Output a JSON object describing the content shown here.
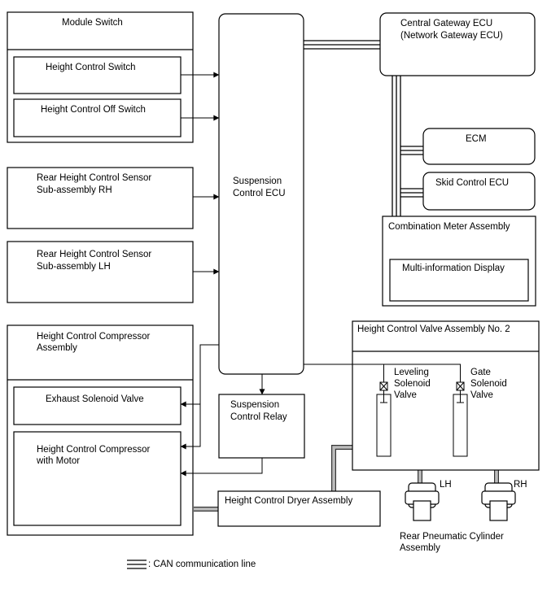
{
  "module_switch": {
    "title": "Module Switch",
    "height_control_switch": "Height Control Switch",
    "height_control_off_switch": "Height Control Off Switch"
  },
  "rear_sensor_rh": {
    "line1": "Rear Height Control Sensor",
    "line2": "Sub-assembly RH"
  },
  "rear_sensor_lh": {
    "line1": "Rear Height Control Sensor",
    "line2": "Sub-assembly LH"
  },
  "compressor_assembly": {
    "title_line1": "Height Control Compressor",
    "title_line2": "Assembly",
    "exhaust_solenoid_valve": "Exhaust Solenoid Valve",
    "motor_line1": "Height Control Compressor",
    "motor_line2": "with Motor"
  },
  "suspension_ecu": {
    "line1": "Suspension",
    "line2": "Control ECU"
  },
  "suspension_relay": {
    "line1": "Suspension",
    "line2": "Control Relay"
  },
  "dryer": {
    "label": "Height Control Dryer Assembly"
  },
  "gateway": {
    "line1": "Central Gateway ECU",
    "line2": "(Network Gateway ECU)"
  },
  "ecm": {
    "label": "ECM"
  },
  "skid": {
    "label": "Skid Control ECU"
  },
  "combination_meter": {
    "title": "Combination Meter Assembly",
    "display": "Multi-information Display"
  },
  "valve_assembly": {
    "title": "Height Control Valve Assembly No. 2",
    "leveling_line1": "Leveling",
    "leveling_line2": "Solenoid",
    "leveling_line3": "Valve",
    "gate_line1": "Gate",
    "gate_line2": "Solenoid",
    "gate_line3": "Valve"
  },
  "cylinder": {
    "lh": "LH",
    "rh": "RH",
    "caption_line1": "Rear Pneumatic Cylinder",
    "caption_line2": "Assembly"
  },
  "legend": {
    "can_label": ": CAN communication line"
  }
}
